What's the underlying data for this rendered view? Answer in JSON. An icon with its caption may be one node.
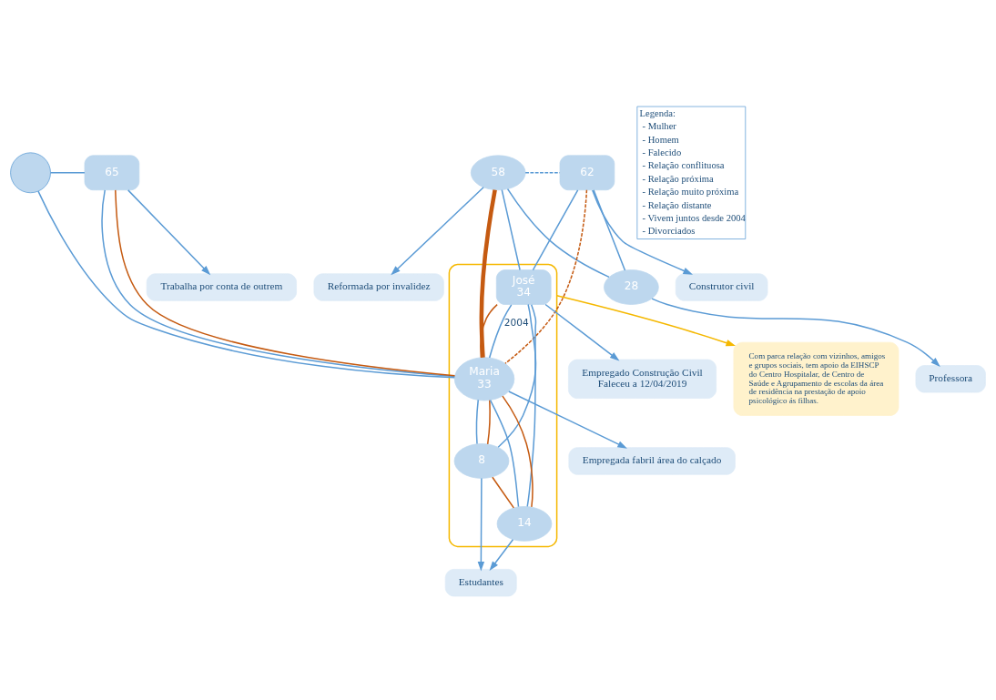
{
  "diagram": {
    "nodes": [
      {
        "text": [
          "Reformada por invalidez"
        ]
      },
      {
        "text": [
          "58"
        ]
      },
      {
        "text": [
          "62"
        ]
      },
      {
        "text": [],
        "shape": "circle"
      },
      {
        "text": [
          "65"
        ]
      },
      {
        "text": [
          "Construtor civil"
        ]
      },
      {
        "text": [
          "Trabalha por conta de outrem"
        ]
      },
      {
        "text": [
          "28"
        ]
      },
      {
        "text": [],
        "shape": "loop"
      },
      {
        "text": [
          "José",
          "34"
        ],
        "in": 8
      },
      {
        "text": [
          "Maria",
          "33"
        ],
        "in": 8
      },
      {
        "text": [
          "Professora"
        ]
      },
      {
        "text": [
          "Empregado Construção Civil",
          "Faleceu a 12/04/2019"
        ]
      },
      {
        "text": [
          "Empregada fabril área do calçado"
        ]
      },
      {
        "text": [
          "8"
        ],
        "in": 8
      },
      {
        "text": [
          "14"
        ],
        "in": 8
      },
      {
        "text": [
          "Estudantes"
        ]
      },
      {
        "text": [
          "Com parca relação com vizinhos, amigos e grupos sociais, tem apoio da EIHSCP do Centro Hospitalar, de Centro de Saúde e Agrupamento de escolas da área de residência na prestação de apoio psicológico ás filhas."
        ]
      }
    ],
    "edges": [
      {
        "from": 1,
        "to": 0,
        "arrow": "to"
      },
      {
        "from": 2,
        "to": 5,
        "arrow": "to"
      },
      {
        "from": 1,
        "to": 2,
        "arrow": "none",
        "style": "dashed"
      },
      {
        "from": 1,
        "to": 7,
        "arrow": "none"
      },
      {
        "from": 2,
        "to": 7,
        "arrow": "none"
      },
      {
        "from": 1,
        "to": 9,
        "arrow": "none"
      },
      {
        "from": 2,
        "to": 9,
        "arrow": "none"
      },
      {
        "from": 1,
        "to": 10,
        "arrow": "none",
        "style": "thick",
        "color": "#c55a11"
      },
      {
        "from": 2,
        "to": 10,
        "arrow": "none",
        "style": "dashed",
        "color": "#c55a11"
      },
      {
        "from": 3,
        "to": 4,
        "arrow": "none"
      },
      {
        "from": 3,
        "to": 10,
        "arrow": "none"
      },
      {
        "from": 4,
        "to": 10,
        "arrow": "none"
      },
      {
        "from": 4,
        "to": 10,
        "arrow": "none",
        "color": "#c55a11"
      },
      {
        "from": 4,
        "to": 6,
        "arrow": "to"
      },
      {
        "from": 7,
        "to": 11,
        "arrow": "to"
      },
      {
        "from": 9,
        "to": 10,
        "arrow": "none",
        "color": "#c55a11"
      },
      {
        "from": 9,
        "to": 10,
        "arrow": "none",
        "label": "2004"
      },
      {
        "from": 9,
        "to": 12,
        "arrow": "to"
      },
      {
        "from": 10,
        "to": 13,
        "arrow": "to"
      },
      {
        "from": 9,
        "to": 14,
        "arrow": "none"
      },
      {
        "from": 9,
        "to": 15,
        "arrow": "none"
      },
      {
        "from": 10,
        "to": 14,
        "arrow": "none"
      },
      {
        "from": 10,
        "to": 15,
        "arrow": "none"
      },
      {
        "from": 10,
        "to": 14,
        "arrow": "none",
        "color": "#c55a11"
      },
      {
        "from": 10,
        "to": 15,
        "arrow": "none",
        "color": "#c55a11"
      },
      {
        "from": 14,
        "to": 15,
        "arrow": "none",
        "color": "#c55a11"
      },
      {
        "from": 14,
        "to": 16,
        "arrow": "to"
      },
      {
        "from": 15,
        "to": 16,
        "arrow": "to"
      },
      {
        "from": 8,
        "to": 17,
        "arrow": "to",
        "color": "#f5b800"
      }
    ],
    "labels": [
      "Legenda:"
    ],
    "legend": [
      {
        "text": "- Mulher"
      },
      {
        "text": "- Homem"
      },
      {
        "text": "- Falecido"
      },
      {
        "text": "- Relação conflituosa"
      },
      {
        "text": "- Relação próxima"
      },
      {
        "text": "- Relação muito próxima"
      },
      {
        "text": "- Relação distante"
      },
      {
        "text": "- Vivem juntos desde 2004"
      },
      {
        "text": "- Divorciados"
      }
    ]
  }
}
